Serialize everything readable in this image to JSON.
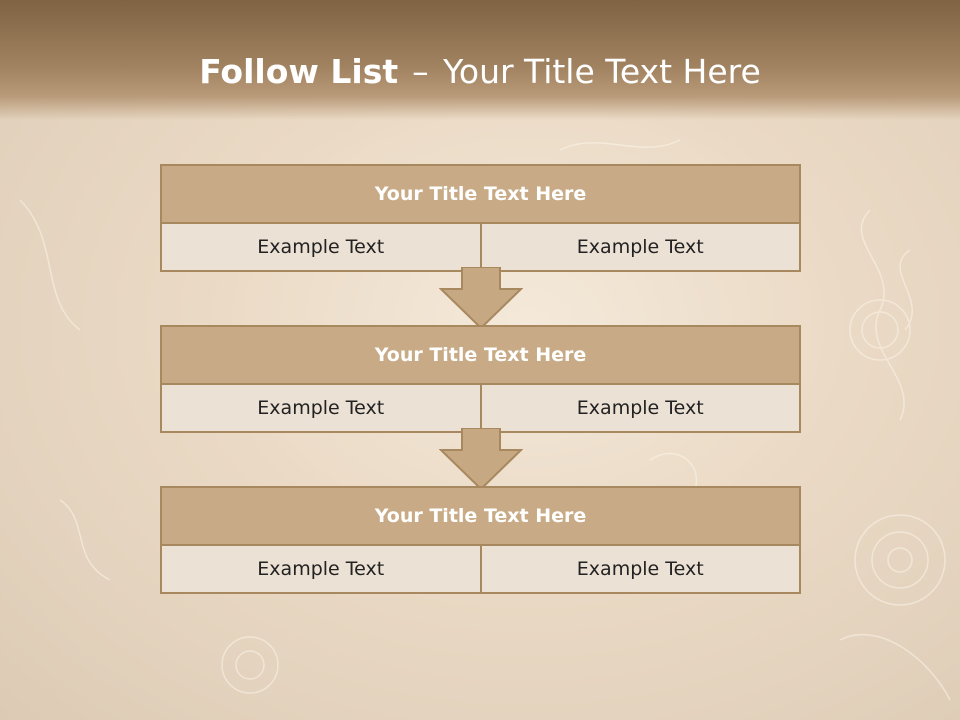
{
  "title": {
    "bold": "Follow List",
    "separator": "–",
    "rest": "Your Title Text Here"
  },
  "steps": [
    {
      "title": "Your Title Text Here",
      "left": "Example Text",
      "right": "Example Text"
    },
    {
      "title": "Your Title Text Here",
      "left": "Example Text",
      "right": "Example Text"
    },
    {
      "title": "Your Title Text Here",
      "left": "Example Text",
      "right": "Example Text"
    }
  ],
  "colors": {
    "header": "#8f7250",
    "block_title": "#c8ab86",
    "block_body": "#ece1d5",
    "border": "#a8885f"
  }
}
